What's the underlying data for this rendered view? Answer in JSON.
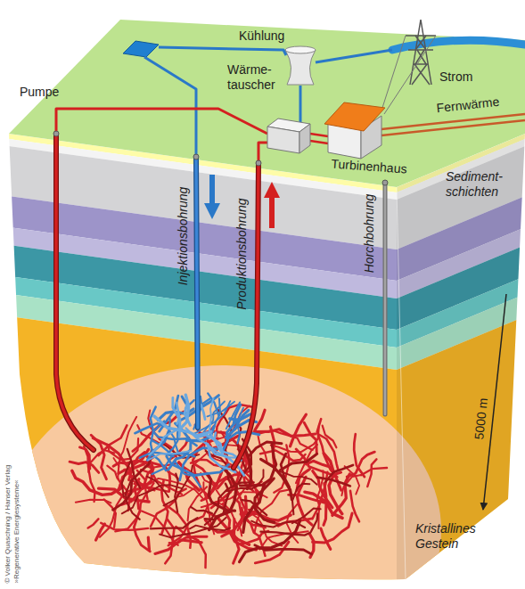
{
  "diagram": {
    "labels": [
      "Kühlung",
      "Wärme- tauscher",
      "Strom",
      "Pumpe",
      "Fernwärme",
      "Turbinenhaus",
      "Injektionsbohrung",
      "Produktionsbohrung",
      "Sediment- schichten",
      "Horchbohrung",
      "5000 m",
      "Kristallines Gestein",
      "© Volker Quaschning / Hanser Verlag »Regenerative Energiesysteme«"
    ]
  }
}
